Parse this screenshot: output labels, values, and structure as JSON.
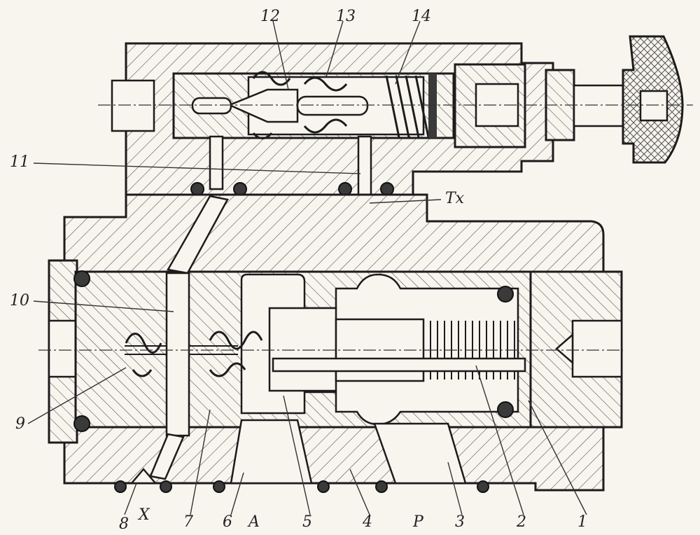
{
  "callouts": {
    "n1": "1",
    "n2": "2",
    "n3": "3",
    "n4": "4",
    "n5": "5",
    "n6": "6",
    "n7": "7",
    "n8": "8",
    "n9": "9",
    "n10": "10",
    "n11": "11",
    "n12": "12",
    "n13": "13",
    "n14": "14"
  },
  "ports": {
    "a": "A",
    "p": "P",
    "x": "X",
    "tx": "Tx"
  }
}
